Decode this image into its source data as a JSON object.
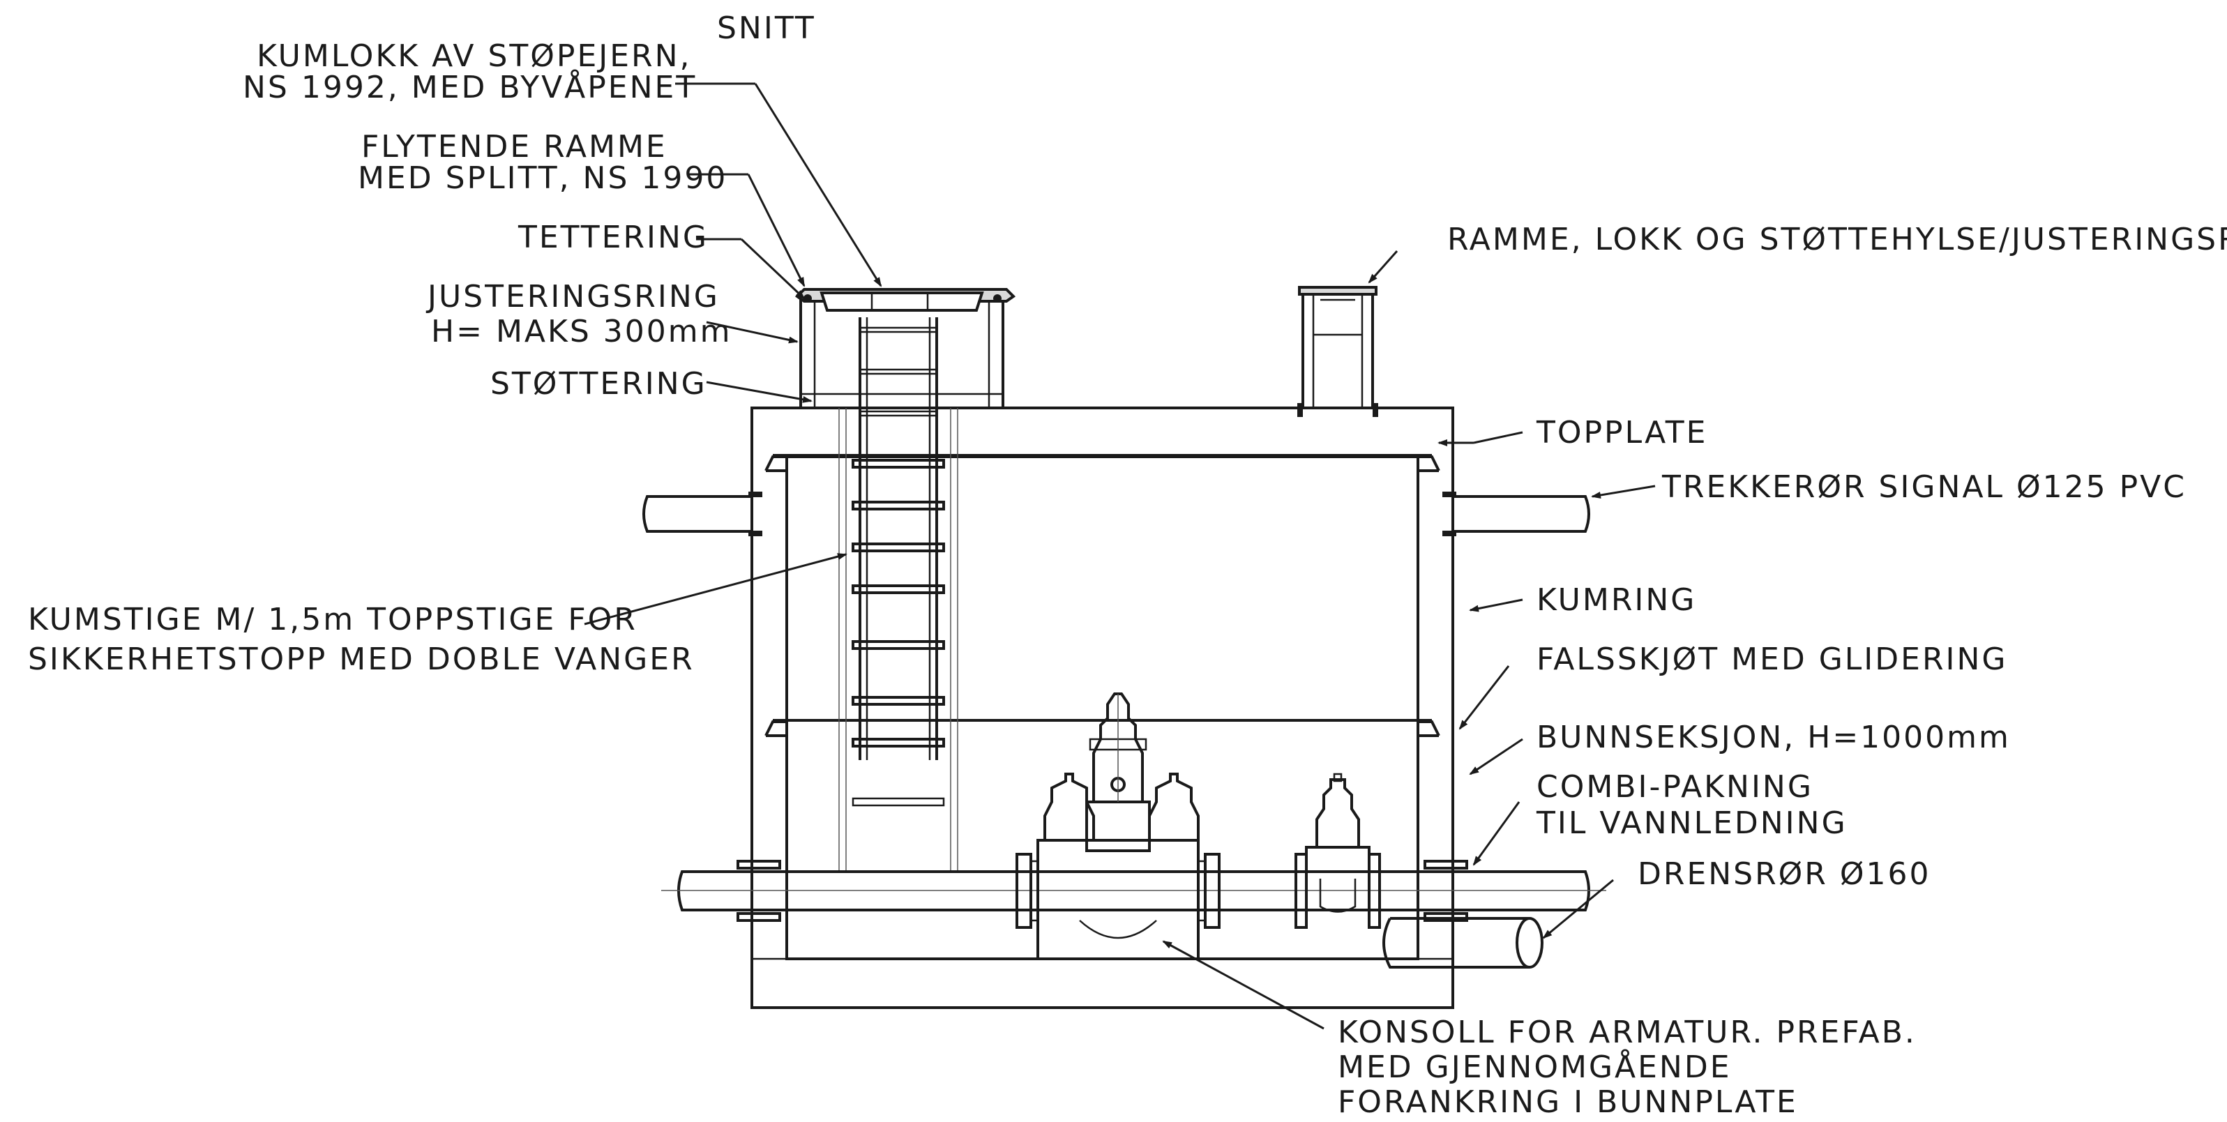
{
  "title": "SNITT",
  "labels": {
    "kumlokk_1": "KUMLOKK AV STØPEJERN,",
    "kumlokk_2": "NS 1992, MED BYVÅPENET",
    "ramme_1": "FLYTENDE RAMME",
    "ramme_2": "MED SPLITT, NS 1990",
    "tettering": "TETTERING",
    "justering_1": "JUSTERINGSRING",
    "justering_2": "H= MAKS 300mm",
    "stottering": "STØTTERING",
    "kumstige_1": "KUMSTIGE M/ 1,5m TOPPSTIGE FOR",
    "kumstige_2": "SIKKERHETSTOPP MED DOBLE VANGER",
    "ramme_lokk": "RAMME, LOKK OG STØTTEHYLSE/JUSTERINGSRING",
    "topplate": "TOPPLATE",
    "trekkeror": "TREKKERØR SIGNAL Ø125 PVC",
    "kumring": "KUMRING",
    "falsskjot": "FALSSKJØT MED GLIDERING",
    "bunnseksjon": "BUNNSEKSJON, H=1000mm",
    "combi_1": "COMBI-PAKNING",
    "combi_2": "TIL VANNLEDNING",
    "drensror": "DRENSRØR Ø160",
    "konsoll_1": "KONSOLL FOR ARMATUR. PREFAB.",
    "konsoll_2": "MED GJENNOMGÅENDE",
    "konsoll_3": "FORANKRING I BUNNPLATE"
  },
  "colors": {
    "line": "#1a1a1a",
    "background": "#ffffff"
  }
}
